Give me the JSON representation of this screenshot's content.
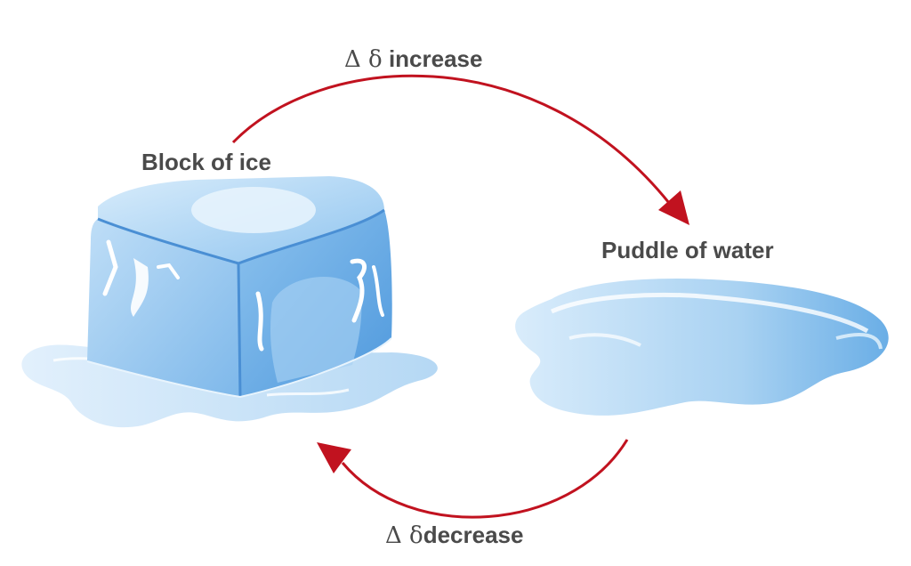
{
  "labels": {
    "increase": {
      "symbol": "Δ δ",
      "text": "increase"
    },
    "decrease": {
      "symbol": "Δ δ",
      "text": "decrease"
    },
    "ice": "Block of ice",
    "puddle": "Puddle of water"
  },
  "colors": {
    "arrow": "#c1121f",
    "label_text": "#4a4a4a",
    "ice_light": "#cfe6fa",
    "ice_mid": "#8ec3ee",
    "ice_dark": "#4b97dd",
    "water_light": "#d7ebfa",
    "water_mid": "#9ccbf0"
  }
}
